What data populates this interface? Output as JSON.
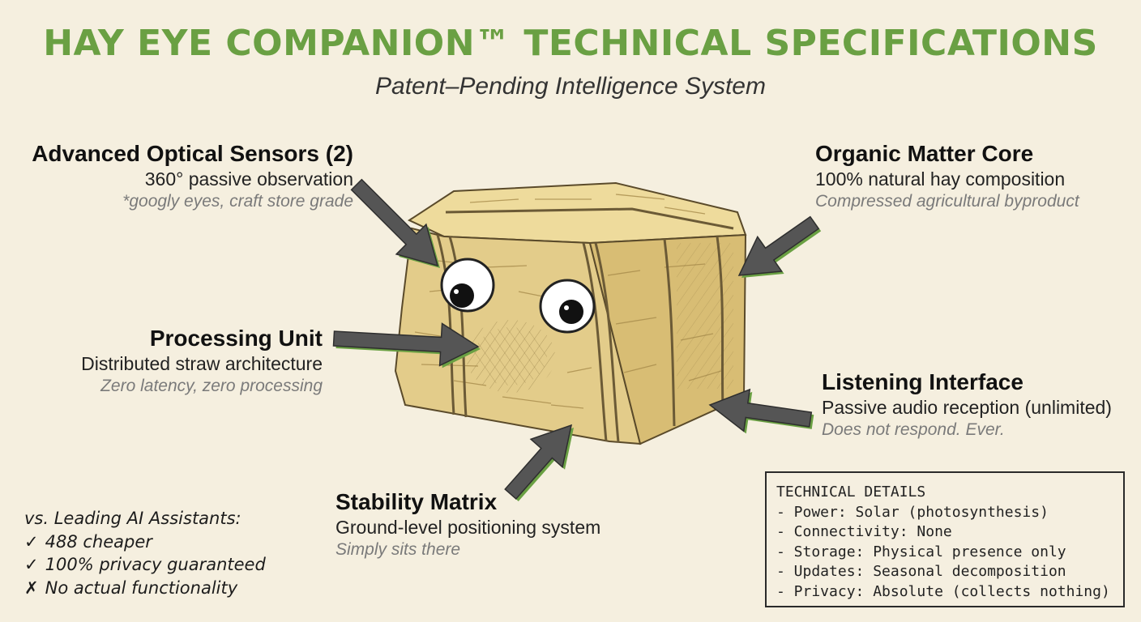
{
  "header": {
    "title": "HAY EYE COMPANION™ TECHNICAL SPECIFICATIONS",
    "subtitle": "Patent–Pending Intelligence System"
  },
  "callouts": {
    "optical": {
      "heading": "Advanced Optical Sensors (2)",
      "description": "360° passive observation",
      "note": "*googly eyes, craft store grade"
    },
    "processing": {
      "heading": "Processing Unit",
      "description": "Distributed straw architecture",
      "note": "Zero latency, zero processing"
    },
    "stability": {
      "heading": "Stability Matrix",
      "description": "Ground-level positioning system",
      "note": "Simply sits there"
    },
    "organic": {
      "heading": "Organic Matter Core",
      "description": "100% natural hay composition",
      "note": "Compressed agricultural byproduct"
    },
    "listening": {
      "heading": "Listening Interface",
      "description": "Passive audio reception (unlimited)",
      "note": "Does not respond. Ever."
    }
  },
  "technical_details": {
    "heading": "TECHNICAL DETAILS",
    "items": [
      "- Power: Solar (photosynthesis)",
      "- Connectivity: None",
      "- Storage: Physical presence only",
      "- Updates: Seasonal decomposition",
      "- Privacy: Absolute (collects nothing)"
    ]
  },
  "comparison": {
    "heading": "vs. Leading AI Assistants:",
    "items": [
      {
        "mark": "✓",
        "text": "488 cheaper"
      },
      {
        "mark": "✓",
        "text": "100% privacy guaranteed"
      },
      {
        "mark": "✗",
        "text": "No actual functionality"
      }
    ]
  },
  "icons": {
    "bale": "hay-bale-illustration",
    "eyes": "googly-eye-icon",
    "arrows": "callout-arrow-icon"
  },
  "colors": {
    "background": "#f5efdf",
    "title": "#6aa043",
    "hay": "#e3cc8a",
    "arrow": "#555555",
    "arrow_outline": "#6aa043"
  }
}
